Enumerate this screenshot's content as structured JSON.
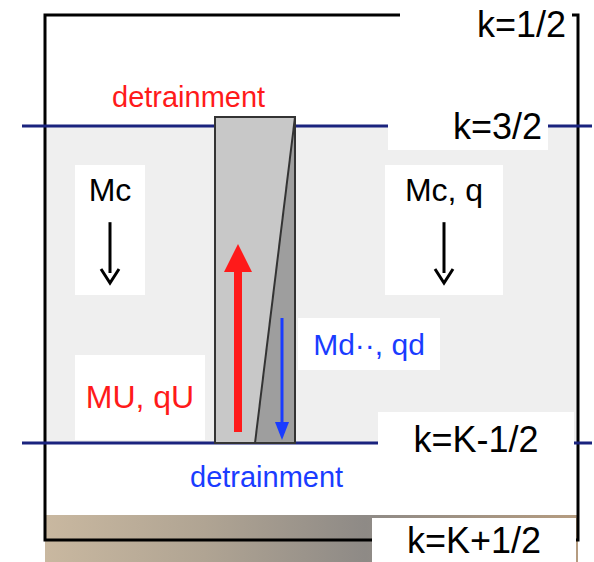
{
  "diagram": {
    "nodes": [
      {
        "text": [
          "k=1/2"
        ]
      },
      {
        "text": [
          "k=3/2"
        ]
      },
      {
        "text": [
          "Mc"
        ]
      },
      {
        "text": [
          "Mc, q"
        ]
      },
      {
        "text": [
          "Md··, qd"
        ]
      },
      {
        "text": [
          "MU, qU"
        ]
      },
      {
        "text": [
          "k=K-1/2"
        ]
      },
      {
        "text": [
          "k=K+1/2"
        ]
      }
    ],
    "labels": [
      "detrainment",
      "detrainment"
    ]
  }
}
